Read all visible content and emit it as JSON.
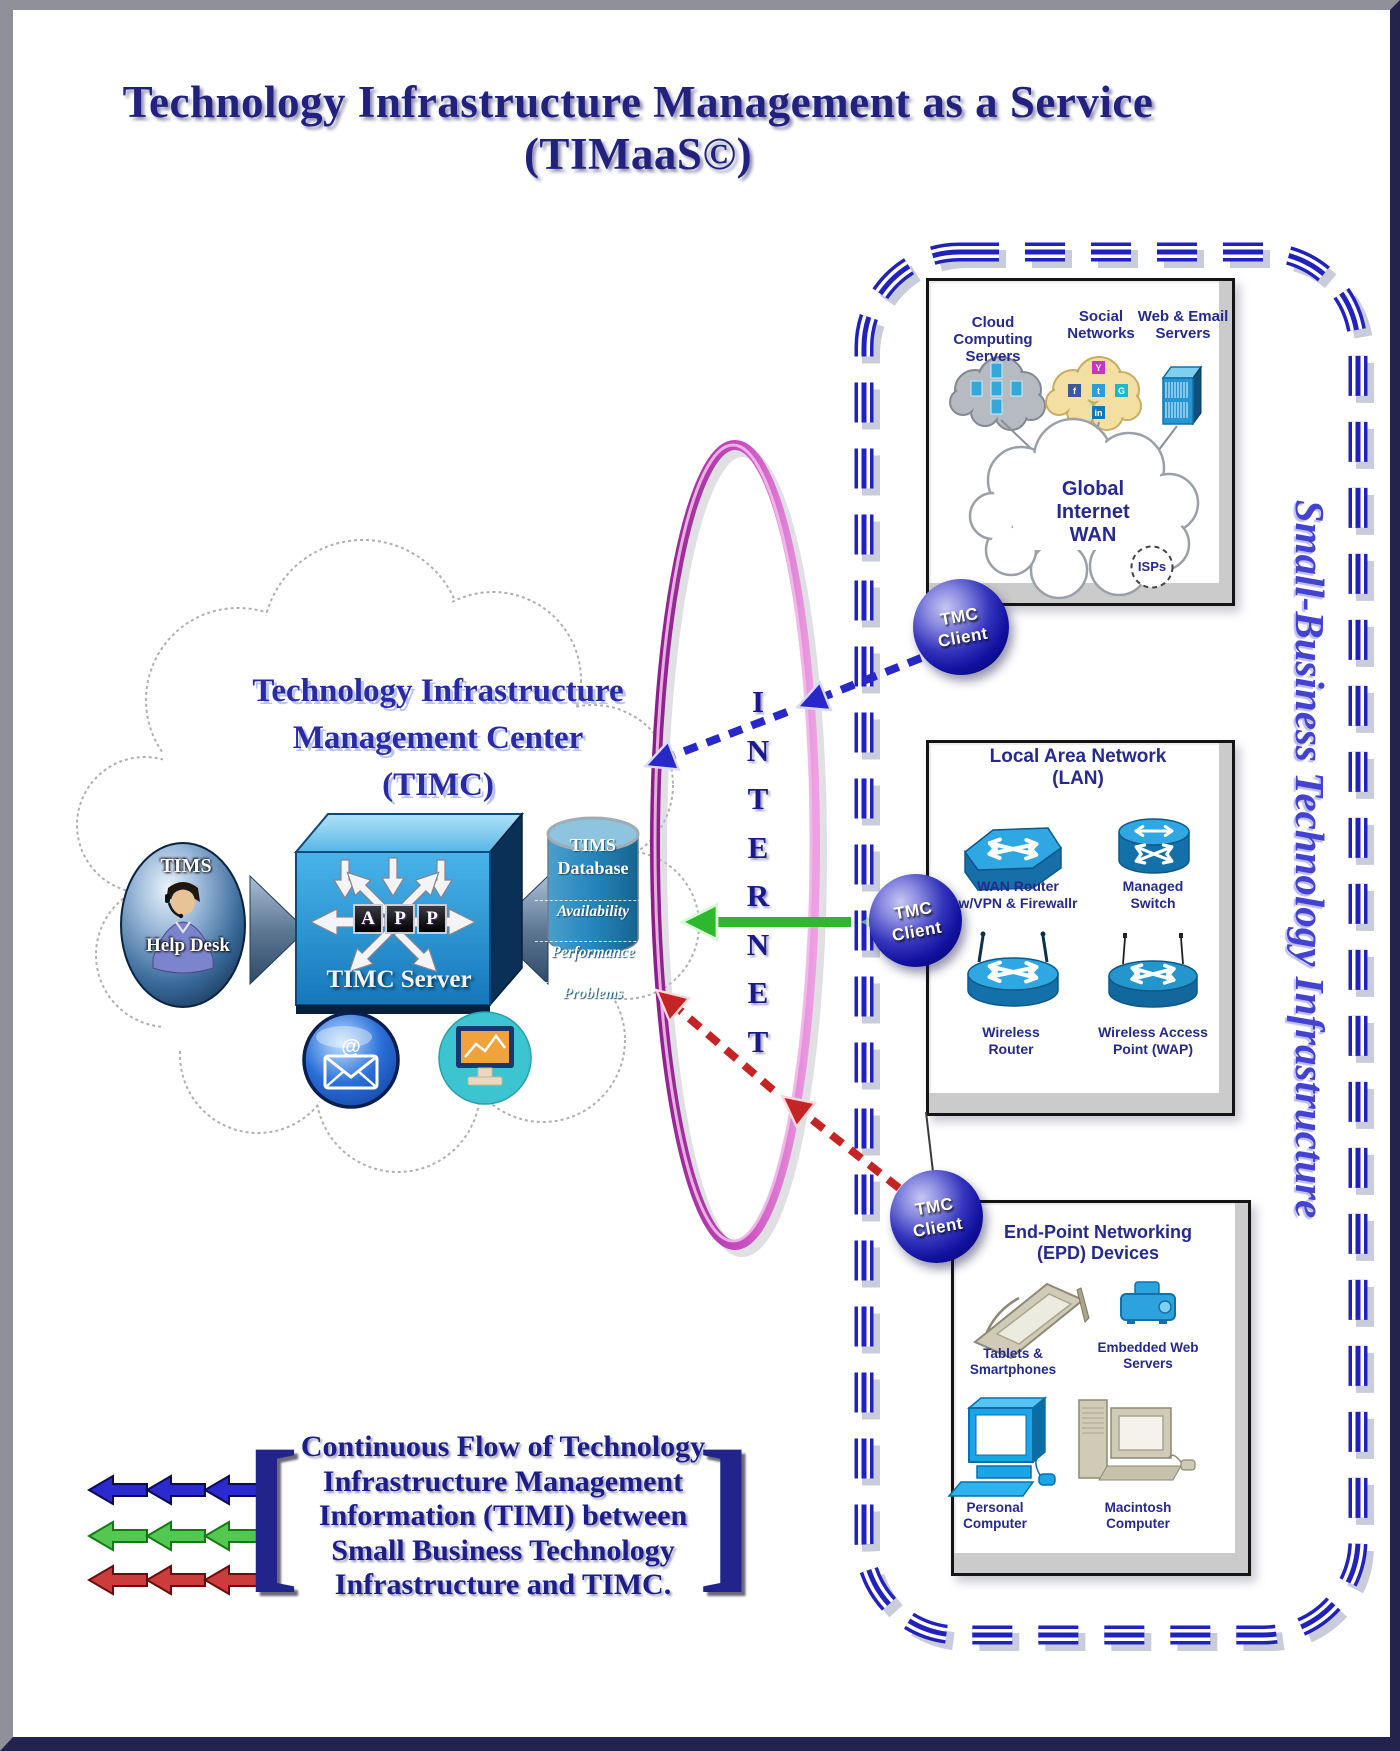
{
  "page": {
    "title": "Technology Infrastructure Management as a Service (TIMaaS©)"
  },
  "timc": {
    "cloud_title": "Technology Infrastructure\nManagement Center\n(TIMC)",
    "help_desk": {
      "top": "TIMS",
      "bottom": "Help Desk"
    },
    "server": {
      "app_letters": [
        "A",
        "P",
        "P"
      ],
      "label": "TIMC Server"
    },
    "database": {
      "name": "TIMS\nDatabase",
      "m1": "Availability",
      "m2": "Performance",
      "m3": "Problems"
    }
  },
  "internet": {
    "letters": "I\nN\nT\nE\nR\nN\nE\nT"
  },
  "client_label": "TMC\nClient",
  "side_label": "Small-Business Technology Infrastructure",
  "wan_box": {
    "cloud_servers_label": "Cloud Computing\nServers",
    "social_label": "Social\nNetworks",
    "social_icons": [
      "Y",
      "f",
      "t",
      "G",
      "in"
    ],
    "web_email_label": "Web & Email\nServers",
    "wan_label": "Global\nInternet\nWAN",
    "isps_label": "ISPs"
  },
  "lan_box": {
    "title": "Local Area Network\n(LAN)",
    "wan_router_label": "WAN Router\nw/VPN & Firewallr",
    "switch_label": "Managed\nSwitch",
    "wireless_router_label": "Wireless\nRouter",
    "wap_label": "Wireless Access\nPoint (WAP)"
  },
  "epd_box": {
    "title": "End-Point Networking\n(EPD) Devices",
    "tablets_label": "Tablets &\nSmartphones",
    "embedded_label": "Embedded Web\nServers",
    "pc_label": "Personal\nComputer",
    "mac_label": "Macintosh\nComputer"
  },
  "legend": {
    "bracket_open": "[",
    "bracket_close": "]",
    "text": "Continuous Flow of Technology\nInfrastructure Management\nInformation (TIMI) between\nSmall Business Technology\nInfrastructure and TIMC."
  },
  "colors": {
    "navy_text": "#22228a",
    "box_device_blue": "#2fa7e2",
    "internet_ring": "#c94fc0",
    "arrow_blue": "#2828c8",
    "arrow_green": "#2db82d",
    "arrow_red": "#c42424",
    "dashed_border_blue": "#2121bd"
  }
}
